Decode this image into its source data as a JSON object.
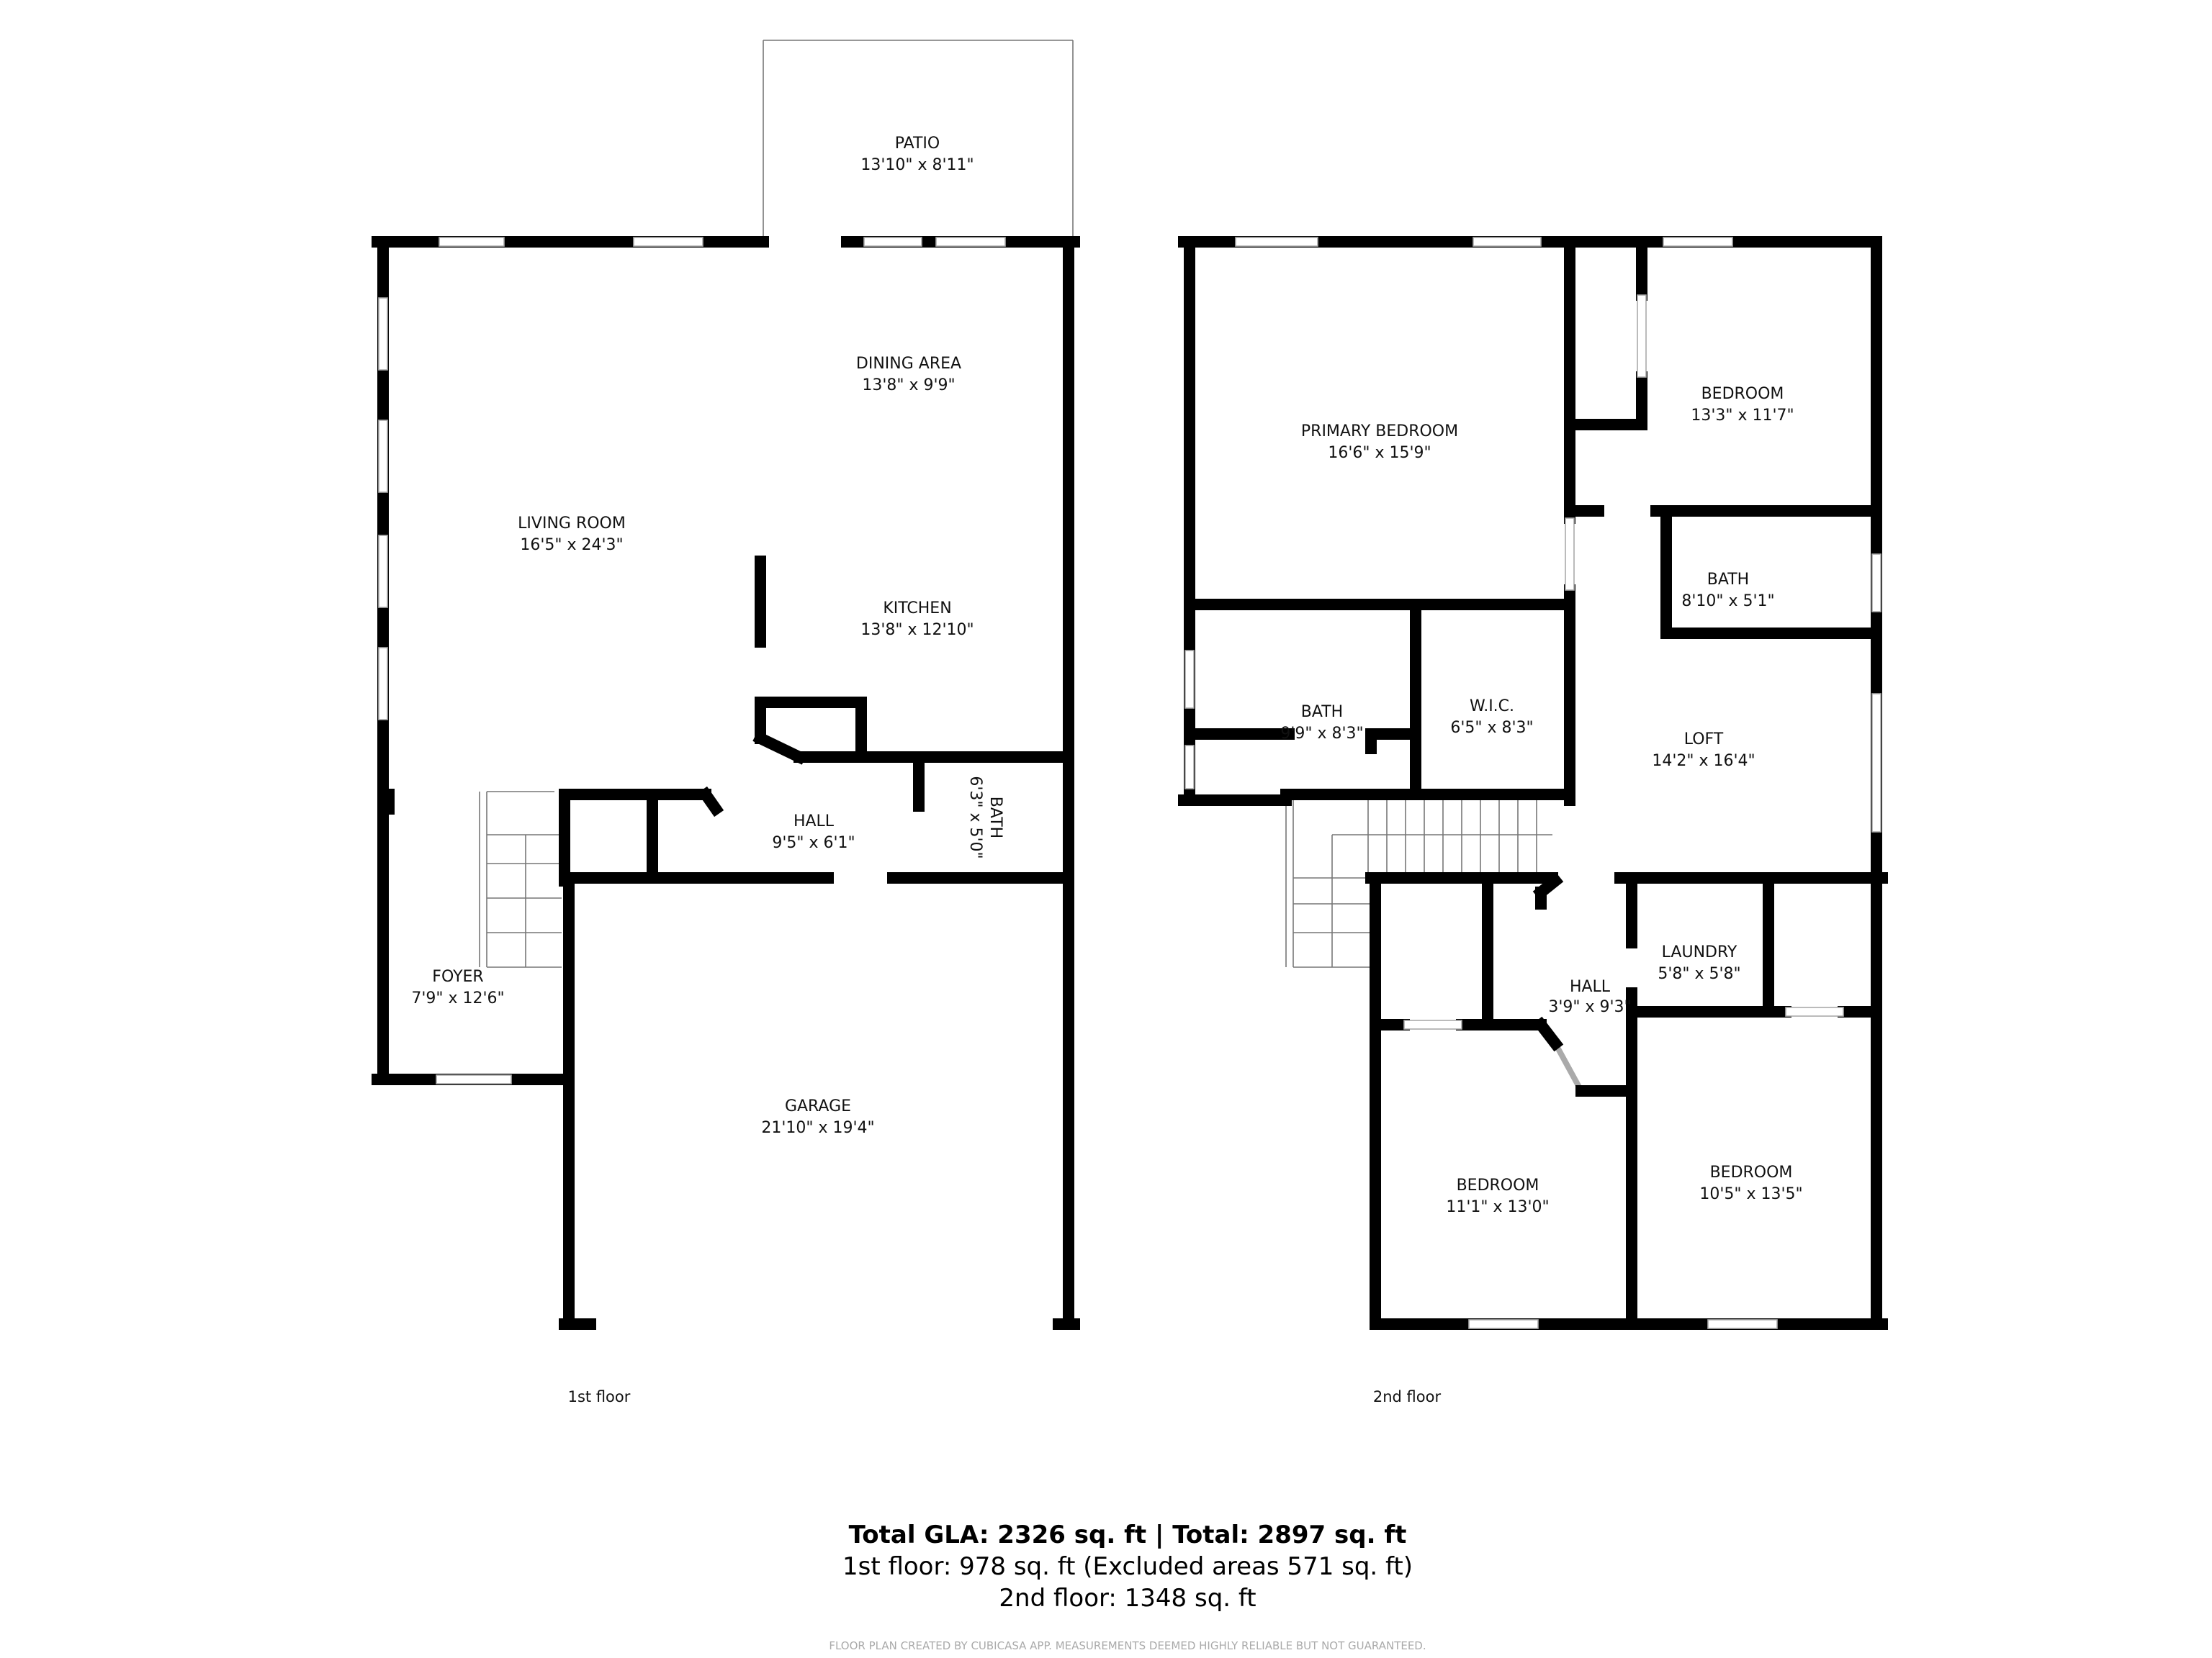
{
  "floors": {
    "first": {
      "label": "1st floor",
      "rooms": {
        "patio": {
          "name": "PATIO",
          "dims": "13'10\" x 8'11\""
        },
        "dining": {
          "name": "DINING AREA",
          "dims": "13'8\" x 9'9\""
        },
        "living": {
          "name": "LIVING ROOM",
          "dims": "16'5\" x 24'3\""
        },
        "kitchen": {
          "name": "KITCHEN",
          "dims": "13'8\" x 12'10\""
        },
        "hall": {
          "name": "HALL",
          "dims": "9'5\" x 6'1\""
        },
        "bath": {
          "name": "BATH",
          "dims": "6'3\" x 5'0\""
        },
        "foyer": {
          "name": "FOYER",
          "dims": "7'9\" x 12'6\""
        },
        "garage": {
          "name": "GARAGE",
          "dims": "21'10\" x 19'4\""
        }
      }
    },
    "second": {
      "label": "2nd floor",
      "rooms": {
        "primary": {
          "name": "PRIMARY BEDROOM",
          "dims": "16'6\" x 15'9\""
        },
        "bedroom1": {
          "name": "BEDROOM",
          "dims": "13'3\" x 11'7\""
        },
        "bath1": {
          "name": "BATH",
          "dims": "8'10\" x 5'1\""
        },
        "bath2": {
          "name": "BATH",
          "dims": "9'9\" x 8'3\""
        },
        "wic": {
          "name": "W.I.C.",
          "dims": "6'5\" x 8'3\""
        },
        "loft": {
          "name": "LOFT",
          "dims": "14'2\" x 16'4\""
        },
        "laundry": {
          "name": "LAUNDRY",
          "dims": "5'8\" x 5'8\""
        },
        "hall": {
          "name": "HALL",
          "dims": "3'9\" x 9'3\""
        },
        "bedroom2": {
          "name": "BEDROOM",
          "dims": "11'1\" x 13'0\""
        },
        "bedroom3": {
          "name": "BEDROOM",
          "dims": "10'5\" x 13'5\""
        }
      }
    }
  },
  "summary": {
    "total": "Total GLA: 2326 sq. ft | Total: 2897 sq. ft",
    "first": "1st floor: 978 sq. ft (Excluded areas 571 sq. ft)",
    "second": "2nd floor: 1348 sq. ft",
    "disclaimer": "FLOOR PLAN CREATED BY CUBICASA APP. MEASUREMENTS DEEMED HIGHLY RELIABLE BUT NOT GUARANTEED."
  },
  "colors": {
    "wall": "#000000",
    "window": "#ffffff",
    "patio": "#999999",
    "disclaimer": "#aaaaaa"
  }
}
